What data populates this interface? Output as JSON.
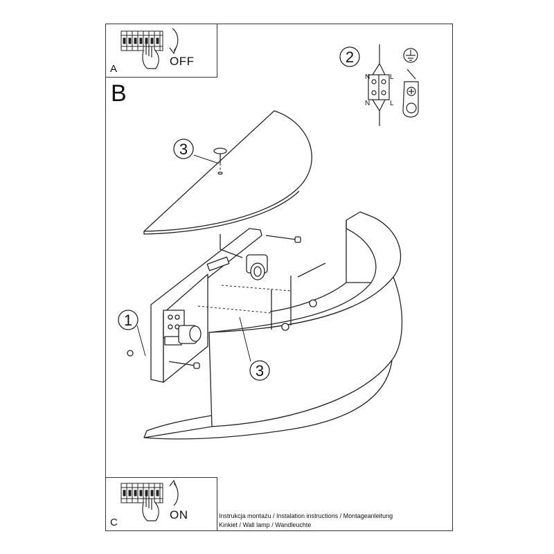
{
  "step_a": {
    "letter": "A",
    "state": "OFF"
  },
  "step_b": {
    "letter": "B"
  },
  "step_c": {
    "letter": "C",
    "state": "ON"
  },
  "callouts": {
    "screw_top": "3",
    "mount_plate": "1",
    "screw_bottom": "3",
    "wiring": "2"
  },
  "wiring": {
    "neutral_top": "N",
    "live_top": "L",
    "neutral_bottom": "N",
    "live_bottom": "L"
  },
  "footer": {
    "line1": "Instrukcja montażu / Instalation instructions / Montageanleitung",
    "line2": "Kinkiet  / Wall lamp / Wandleuchte"
  },
  "icons": [
    "breaker-panel-icon",
    "hand-icon",
    "rotate-arrow-icon",
    "ground-symbol-icon",
    "terminal-block-icon",
    "screw-icon",
    "lamp-socket-icon"
  ],
  "colors": {
    "line": "#222222",
    "background": "#ffffff"
  }
}
